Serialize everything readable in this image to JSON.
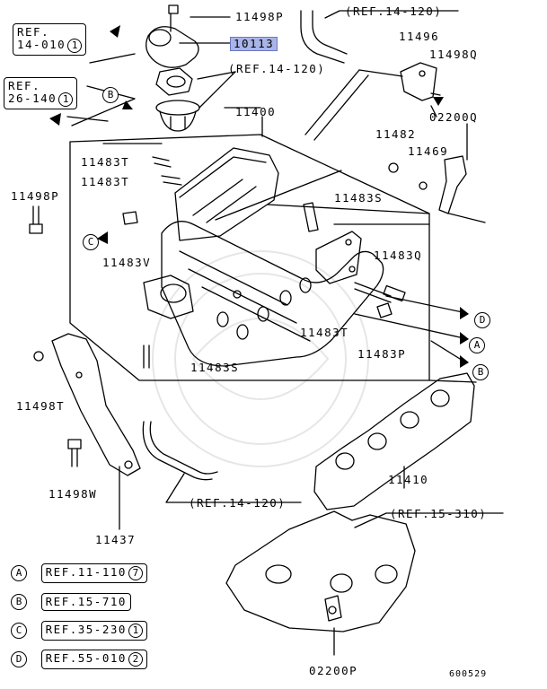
{
  "diagram": {
    "highlighted_part": "10113",
    "part_numbers": {
      "p11498p_top": "11498P",
      "p10113": "10113",
      "p11496": "11496",
      "p11498q": "11498Q",
      "p02200q": "02200Q",
      "p11400": "11400",
      "p11482": "11482",
      "p11469": "11469",
      "p11483t_a": "11483T",
      "p11483t_b": "11483T",
      "p11498p_left": "11498P",
      "p11483s_a": "11483S",
      "p11483q": "11483Q",
      "p11483v": "11483V",
      "p11483t_c": "11483T",
      "p11483p": "11483P",
      "p11483s_b": "11483S",
      "p11498t": "11498T",
      "p11410": "11410",
      "p11498w": "11498W",
      "p11437": "11437",
      "p02200p": "02200P"
    },
    "refs": {
      "ref_14_120_top": "(REF.14-120)",
      "ref_14_120_mid": "(REF.14-120)",
      "ref_14_120_bot": "(REF.14-120)",
      "ref_15_310": "(REF.15-310)"
    },
    "boxed_refs": {
      "box_14_010": {
        "line1": "REF.",
        "line2": "14-010",
        "num": "1"
      },
      "box_26_140": {
        "line1": "REF.",
        "line2": "26-140",
        "num": "1"
      }
    },
    "connectors": {
      "b_top": "B",
      "c_left": "C",
      "d_right": "D",
      "a_right": "A",
      "b_right": "B"
    },
    "legend": [
      {
        "key": "A",
        "ref": "REF.11-110",
        "num": "7"
      },
      {
        "key": "B",
        "ref": "REF.15-710",
        "num": ""
      },
      {
        "key": "C",
        "ref": "REF.35-230",
        "num": "1"
      },
      {
        "key": "D",
        "ref": "REF.55-010",
        "num": "2"
      }
    ],
    "diagram_code": "600529"
  }
}
